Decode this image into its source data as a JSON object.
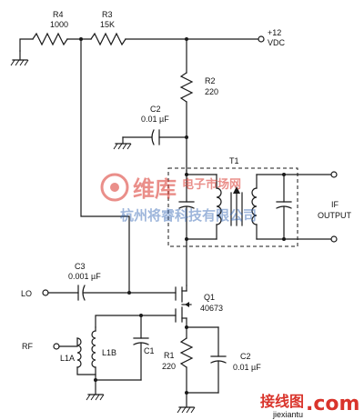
{
  "supply": {
    "label_line1": "+12",
    "label_line2": "VDC"
  },
  "r4": {
    "name": "R4",
    "value": "1000"
  },
  "r3": {
    "name": "R3",
    "value": "15K"
  },
  "r2": {
    "name": "R2",
    "value": "220"
  },
  "c2_top": {
    "name": "C2",
    "value": "0.01 µF"
  },
  "t1": {
    "name": "T1"
  },
  "if_output": {
    "line1": "IF",
    "line2": "OUTPUT"
  },
  "c3": {
    "name": "C3",
    "value": "0.001 µF"
  },
  "lo": {
    "label": "LO"
  },
  "q1": {
    "name": "Q1",
    "value": "40673"
  },
  "rf": {
    "label": "RF"
  },
  "l1a": {
    "name": "L1A"
  },
  "l1b": {
    "name": "L1B"
  },
  "c1": {
    "name": "C1"
  },
  "r1": {
    "name": "R1",
    "value": "220"
  },
  "c2_bottom": {
    "name": "C2",
    "value": "0.01 µF"
  },
  "watermark": {
    "brand_cn": "维库",
    "brand_sub": "电子市场网",
    "city_text": "杭州将睿科技有限公司",
    "corner_cn": "接线图",
    "corner_url": "jiexiantu",
    "corner_com": ".com"
  },
  "colors": {
    "wire": "#1a1a1a",
    "watermark_red": "#d9342b",
    "watermark_blue": "#2a5fb0"
  }
}
